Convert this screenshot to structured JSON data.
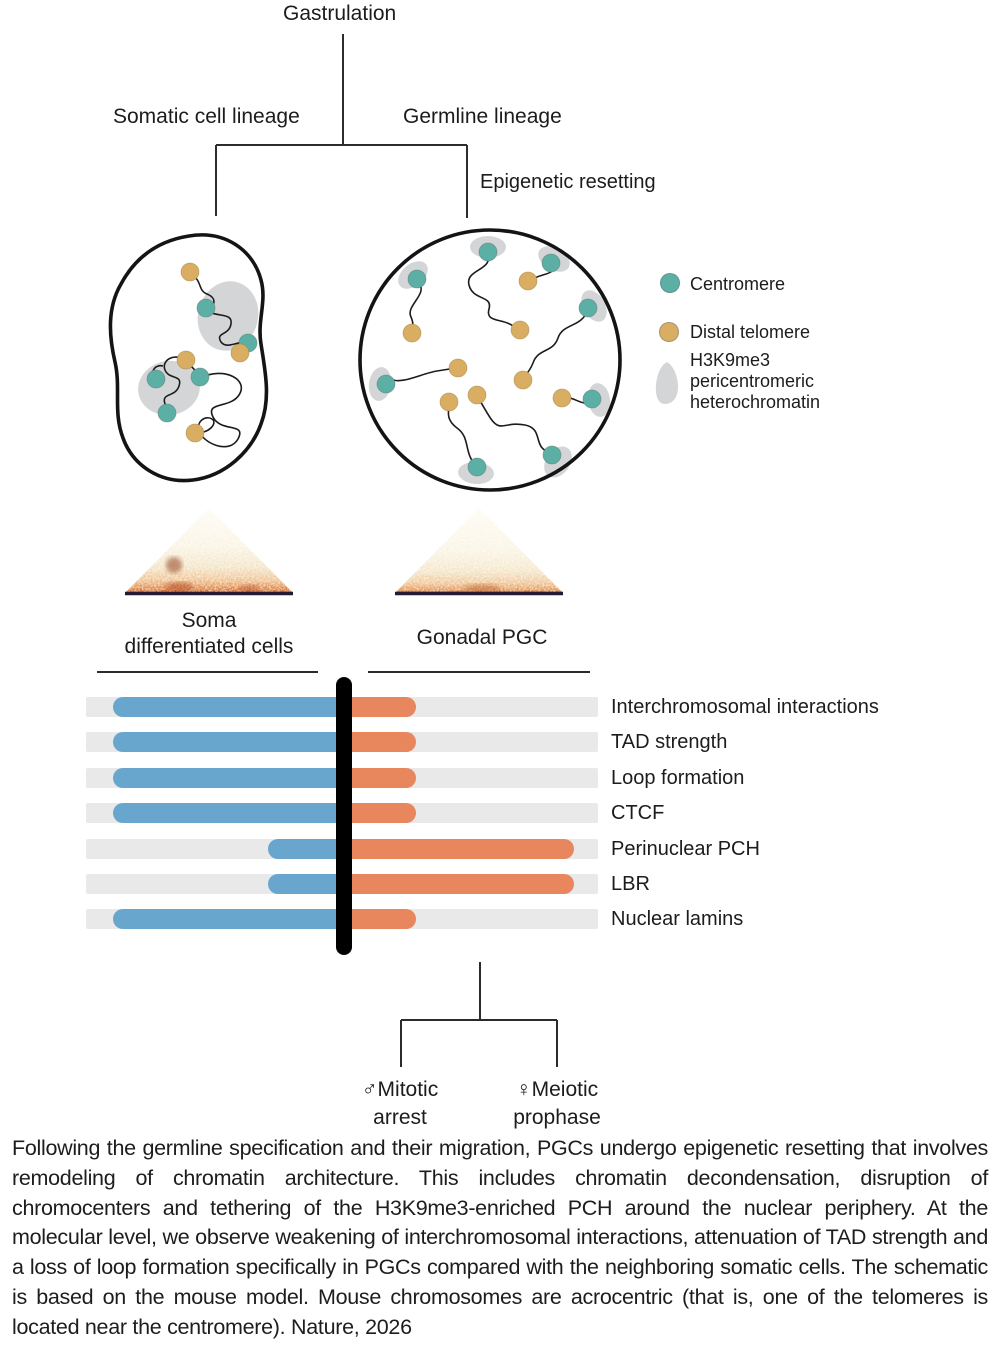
{
  "tree": {
    "root_label": "Gastrulation",
    "left_branch_label": "Somatic cell lineage",
    "right_branch_label": "Germline lineage",
    "right_branch_annotation": "Epigenetic resetting"
  },
  "legend": {
    "items": [
      {
        "id": "centromere",
        "label": "Centromere",
        "swatch": "teal-circle"
      },
      {
        "id": "distal-telomere",
        "label": "Distal telomere",
        "swatch": "gold-circle"
      },
      {
        "id": "h3k9me3-pch",
        "label": "H3K9me3\npericentromeric\nheterochromatin",
        "swatch": "gray-blob"
      }
    ]
  },
  "hic": {
    "left_label": "Soma\ndifferentiated cells",
    "right_label": "Gonadal PGC"
  },
  "comparison": {
    "rows": [
      {
        "label": "Interchromosomal interactions",
        "soma": "high",
        "pgc": "low"
      },
      {
        "label": "TAD strength",
        "soma": "high",
        "pgc": "low"
      },
      {
        "label": "Loop formation",
        "soma": "high",
        "pgc": "low"
      },
      {
        "label": "CTCF",
        "soma": "high",
        "pgc": "low"
      },
      {
        "label": "Perinuclear PCH",
        "soma": "low",
        "pgc": "high"
      },
      {
        "label": "LBR",
        "soma": "low",
        "pgc": "high"
      },
      {
        "label": "Nuclear lamins",
        "soma": "high",
        "pgc": "low"
      }
    ]
  },
  "chart_data": {
    "type": "bar",
    "orientation": "horizontal_diverging",
    "title": "",
    "categories": [
      "Interchromosomal interactions",
      "TAD strength",
      "Loop formation",
      "CTCF",
      "Perinuclear PCH",
      "LBR",
      "Nuclear lamins"
    ],
    "series": [
      {
        "name": "Soma differentiated cells",
        "color": "#68a6ce",
        "values": [
          1.0,
          1.0,
          1.0,
          1.0,
          0.33,
          0.33,
          1.0
        ]
      },
      {
        "name": "Gonadal PGC",
        "color": "#e8875e",
        "values": [
          0.31,
          0.31,
          0.31,
          0.31,
          1.0,
          1.0,
          0.31
        ]
      },
      {
        "name": "_note",
        "color": "",
        "values": []
      }
    ],
    "value_scale": "relative 0-1, estimated from bar lengths (no numeric axis shown)"
  },
  "outcomes": {
    "male_label": "♂Mitotic\narrest",
    "female_label": "♀Meiotic\nprophase"
  },
  "caption": "Following the germline specification and their migration, PGCs undergo epigenetic resetting that involves remodeling of chromatin architecture. This includes chromatin decondensation, disruption of chromocenters and tethering of the H3K9me3-enriched PCH around the nuclear periphery. At the molecular level, we observe weakening of interchromosomal interactions, attenuation of TAD strength and a loss of loop formation specifically in PGCs compared with the neighboring somatic cells. The schematic is based on the mouse model. Mouse chromosomes are acrocentric (that is, one of the telomeres is located near the centromere). Nature, 2026",
  "colors": {
    "soma_bar": "#68a6ce",
    "pgc_bar": "#e8875e",
    "centromere": "#5bafa4",
    "distal_telomere": "#d9ae62",
    "heterochromatin": "#d3d5d7",
    "bar_track": "#e9e9e9",
    "divider": "#000000",
    "ink": "#1c1c1c"
  }
}
